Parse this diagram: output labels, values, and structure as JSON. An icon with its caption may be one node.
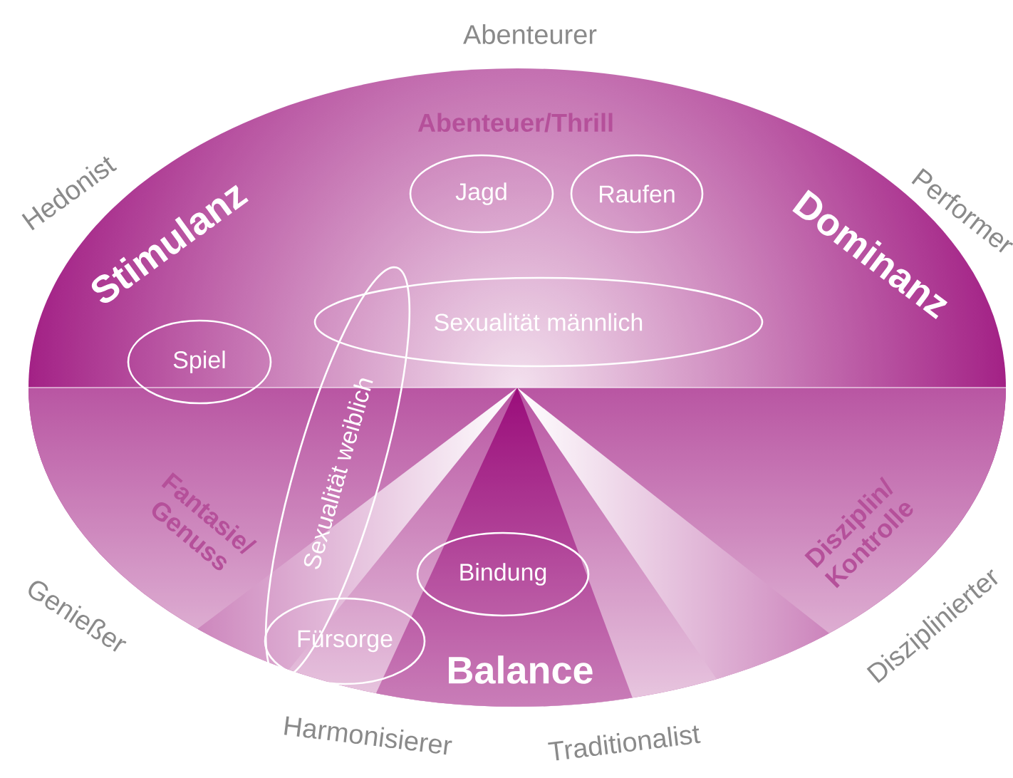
{
  "diagram": {
    "nodes": [
      {
        "text": [
          "Jagd"
        ]
      },
      {
        "text": [
          "Raufen"
        ]
      },
      {
        "text": [
          "Sexualität männlich"
        ]
      },
      {
        "text": [
          "Spiel"
        ]
      },
      {
        "text": [
          "Sexualität weiblich"
        ]
      },
      {
        "text": [
          "Bindung"
        ]
      },
      {
        "text": [
          "Fürsorge"
        ]
      }
    ],
    "labels": [
      "Abenteurer",
      "Hedonist",
      "Abenteuer/Thrill",
      "Performer",
      "Stimulanz",
      "Dominanz",
      "Fantasie/ Genuss",
      "Disziplin/ Kontrolle",
      "Genießer",
      "Balance",
      "Disziplinierter",
      "Harmonisierer",
      "Traditionalist"
    ]
  }
}
